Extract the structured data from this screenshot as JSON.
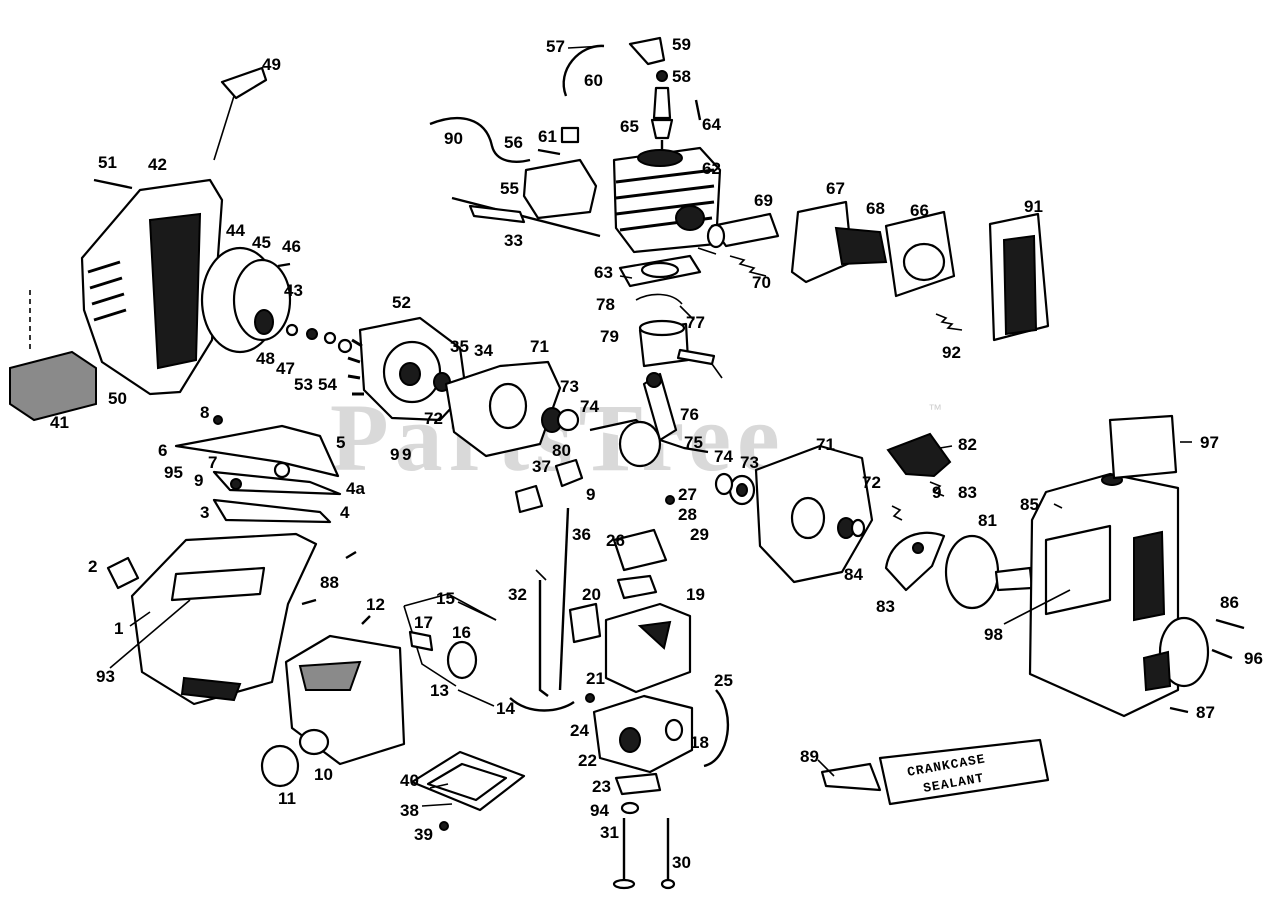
{
  "diagram": {
    "watermark": "PartsTree",
    "watermark_mark": "™",
    "sealant_tube": {
      "line1": "CRANKCASE",
      "line2": "SEALANT"
    },
    "callouts": {
      "c1": "1",
      "c2": "2",
      "c3": "3",
      "c4": "4",
      "c4a": "4a",
      "c5": "5",
      "c6": "6",
      "c7": "7",
      "c8": "8",
      "c9a": "9",
      "c9b": "9",
      "c9c": "9",
      "c10": "10",
      "c11": "11",
      "c12": "12",
      "c13": "13",
      "c14": "14",
      "c15": "15",
      "c16": "16",
      "c17": "17",
      "c18": "18",
      "c19": "19",
      "c20": "20",
      "c21": "21",
      "c22": "22",
      "c23": "23",
      "c24": "24",
      "c25": "25",
      "c26": "26",
      "c27": "27",
      "c28": "28",
      "c29": "29",
      "c30": "30",
      "c31": "31",
      "c32": "32",
      "c33": "33",
      "c34": "34",
      "c35": "35",
      "c36": "36",
      "c37": "37",
      "c38": "38",
      "c39": "39",
      "c40": "40",
      "c41": "41",
      "c42": "42",
      "c43": "43",
      "c44": "44",
      "c45": "45",
      "c46": "46",
      "c47": "47",
      "c48": "48",
      "c49": "49",
      "c50": "50",
      "c51": "51",
      "c52": "52",
      "c53": "53",
      "c54": "54",
      "c55": "55",
      "c56": "56",
      "c57": "57",
      "c58": "58",
      "c59": "59",
      "c60": "60",
      "c61": "61",
      "c62": "62",
      "c63": "63",
      "c64": "64",
      "c65": "65",
      "c66": "66",
      "c67": "67",
      "c68": "68",
      "c69": "69",
      "c70": "70",
      "c71a": "71",
      "c71b": "71",
      "c72a": "72",
      "c72b": "72",
      "c73a": "73",
      "c73b": "73",
      "c74a": "74",
      "c74b": "74",
      "c75": "75",
      "c76": "76",
      "c77": "77",
      "c78": "78",
      "c79": "79",
      "c80": "80",
      "c81": "81",
      "c82": "82",
      "c83a": "83",
      "c83b": "83",
      "c84": "84",
      "c85": "85",
      "c86": "86",
      "c87": "87",
      "c88": "88",
      "c89": "89",
      "c90": "90",
      "c91": "91",
      "c92": "92",
      "c93": "93",
      "c94": "94",
      "c95": "95",
      "c96": "96",
      "c97": "97",
      "c98": "98",
      "c99": "9"
    }
  }
}
